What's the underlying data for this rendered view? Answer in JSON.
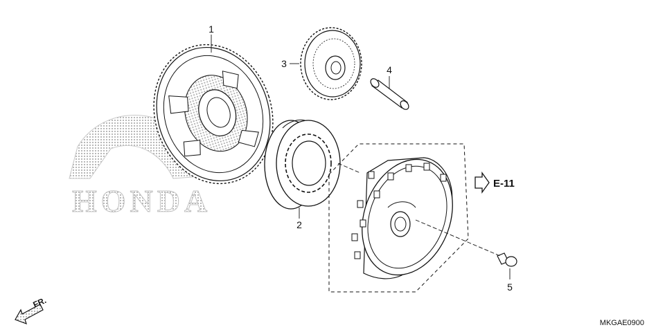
{
  "watermark": {
    "brand_text": "HONDA"
  },
  "callouts": [
    {
      "id": "1",
      "label": "1"
    },
    {
      "id": "2",
      "label": "2"
    },
    {
      "id": "3",
      "label": "3"
    },
    {
      "id": "4",
      "label": "4"
    },
    {
      "id": "5",
      "label": "5"
    }
  ],
  "reference": {
    "label": "E-11"
  },
  "direction": {
    "label": "FR."
  },
  "diagram_code": "MKGAE0900",
  "colors": {
    "line": "#111111",
    "watermark": "#b8b8b8",
    "paper": "#ffffff"
  }
}
